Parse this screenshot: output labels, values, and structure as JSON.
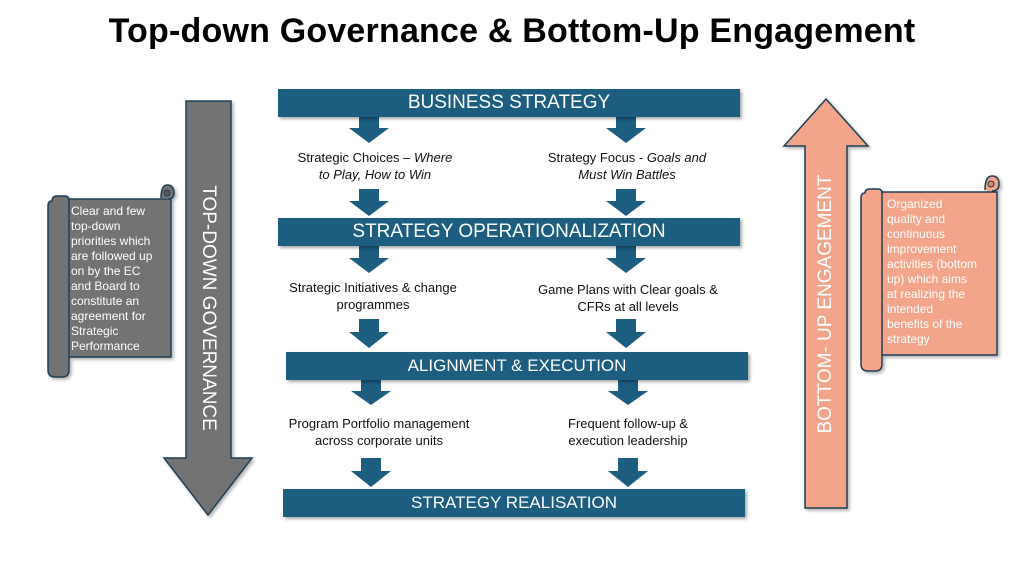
{
  "title": "Top-down Governance & Bottom-Up Engagement",
  "colors": {
    "band": "#1c5d80",
    "down_arrow": "#737373",
    "up_arrow": "#f2a58b",
    "scroll_left": "#737373",
    "scroll_right": "#f2a58b",
    "outline": "#1f3f55"
  },
  "bands": {
    "business_strategy": "BUSINESS STRATEGY",
    "strategy_operationalization": "STRATEGY OPERATIONALIZATION",
    "alignment_execution": "ALIGNMENT & EXECUTION",
    "strategy_realisation": "STRATEGY REALISATION"
  },
  "labels": {
    "strategic_choices_a": "Strategic Choices – ",
    "strategic_choices_b": "Where",
    "strategic_choices_c": "to Play, How to Win",
    "strategy_focus_a": "Strategy Focus - ",
    "strategy_focus_b": "Goals and",
    "strategy_focus_c": "Must Win Battles",
    "initiatives_1": "Strategic Initiatives & change",
    "initiatives_2": "programmes",
    "game_plans_1": "Game Plans with Clear goals &",
    "game_plans_2": "CFRs at all levels",
    "portfolio_1": "Program Portfolio management",
    "portfolio_2": "across corporate units",
    "followup_1": "Frequent follow-up &",
    "followup_2": "execution leadership"
  },
  "left_arrow_text": "TOP-DOWN GOVERNANCE",
  "right_arrow_text": "BOTTOM- UP ENGAGEMENT",
  "left_scroll_lines": [
    "Clear and few",
    "top-down",
    "priorities which",
    "are followed up",
    "on by the EC",
    "and Board to",
    "constitute an",
    "agreement for",
    "Strategic",
    "Performance"
  ],
  "right_scroll_lines": [
    "Organized",
    "quality and",
    "continuous",
    "improvement",
    "activities (bottom",
    "up) which aims",
    "at realizing the",
    "intended",
    "benefits of the",
    "strategy"
  ]
}
